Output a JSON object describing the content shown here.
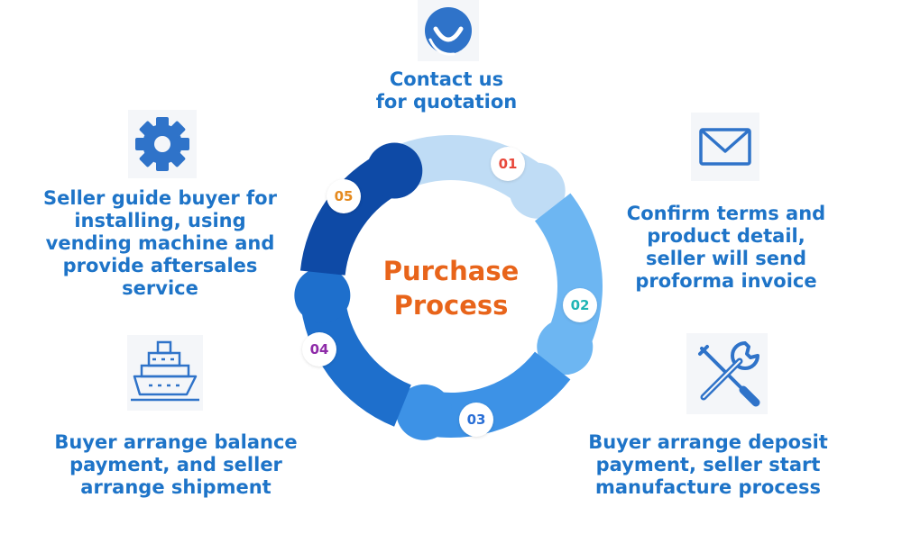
{
  "center": {
    "line1": "Purchase",
    "line2": "Process"
  },
  "steps": [
    {
      "number": "01",
      "lines": [
        "Contact us",
        "for quotation"
      ],
      "icon": "headset-icon",
      "segment_color": "#bfdcf5",
      "number_color": "#e8473a"
    },
    {
      "number": "02",
      "lines": [
        "Confirm terms and",
        "product detail,",
        "seller will send",
        "proforma invoice"
      ],
      "icon": "envelope-icon",
      "segment_color": "#6db6f2",
      "number_color": "#1fb5b5"
    },
    {
      "number": "03",
      "lines": [
        "Buyer arrange deposit",
        "payment, seller start",
        "manufacture process"
      ],
      "icon": "wrench-screwdriver-icon",
      "segment_color": "#3d92e6",
      "number_color": "#2a6fd6"
    },
    {
      "number": "04",
      "lines": [
        "Buyer arrange balance",
        "payment, and seller",
        "arrange shipment"
      ],
      "icon": "ship-icon",
      "segment_color": "#1e6fcc",
      "number_color": "#8e2ba8"
    },
    {
      "number": "05",
      "lines": [
        "Seller guide buyer for",
        "installing, using",
        "vending machine and",
        "provide aftersales",
        "service"
      ],
      "icon": "gear-icon",
      "segment_color": "#0e4aa6",
      "number_color": "#e58a1f"
    }
  ],
  "colors": {
    "text": "#1e74c8",
    "title": "#e8641a",
    "icon": "#2f73c9"
  }
}
